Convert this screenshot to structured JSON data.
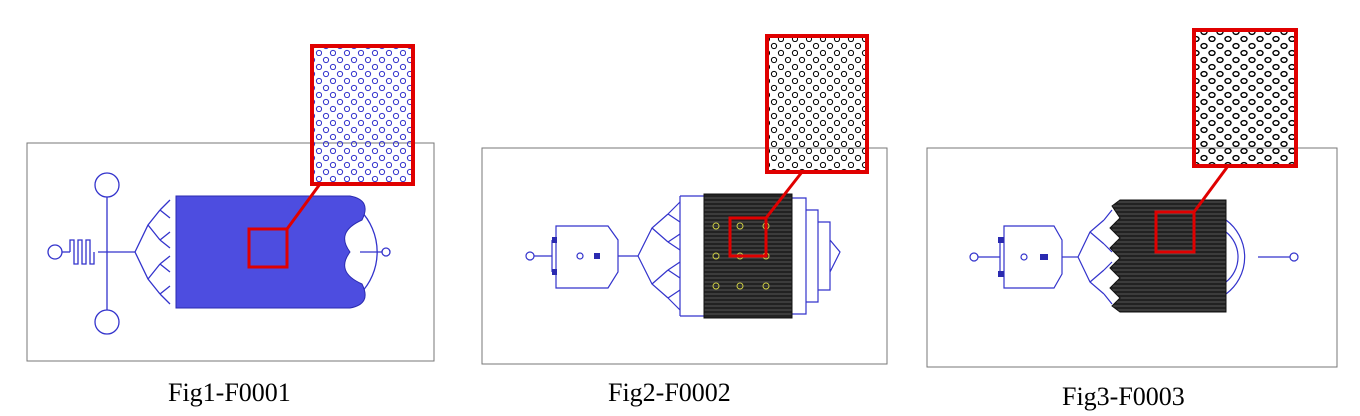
{
  "figures": [
    {
      "caption": "Fig1-F0001",
      "line_color": "#3333cc",
      "fill_color": "#4d4de0",
      "zoom_pattern_color": "#3333cc"
    },
    {
      "caption": "Fig2-F0002",
      "line_color": "#3333cc",
      "fill_color": "#111111",
      "zoom_pattern_color": "#000000"
    },
    {
      "caption": "Fig3-F0003",
      "line_color": "#3333cc",
      "fill_color": "#111111",
      "zoom_pattern_color": "#000000"
    }
  ],
  "highlight_color": "#e00000"
}
